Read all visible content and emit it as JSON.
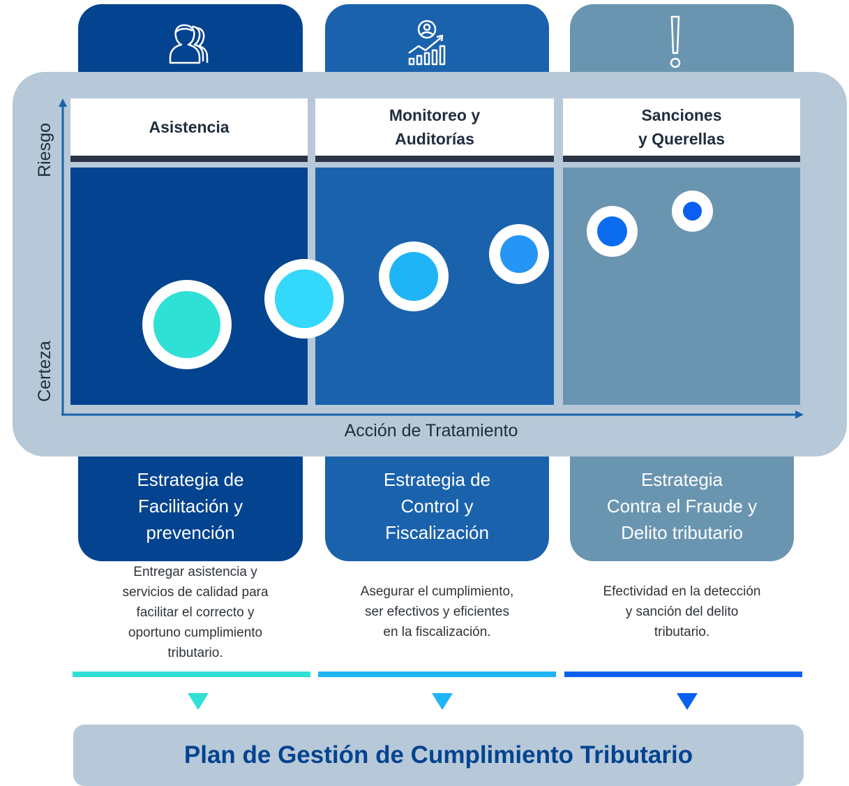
{
  "columns": [
    {
      "icon": "person-silhouettes-icon",
      "header": [
        "Asistencia"
      ],
      "strategy": [
        "Estrategia de",
        "Facilitación y",
        "prevención"
      ],
      "description": [
        "Entregar asistencia y",
        "servicios de calidad para",
        "facilitar el correcto y",
        "oportuno cumplimiento",
        "tributario."
      ],
      "color": "#03438f",
      "accent": "#2fe0d4"
    },
    {
      "icon": "growth-chart-person-icon",
      "header": [
        "Monitoreo y",
        "Auditorías"
      ],
      "strategy": [
        "Estrategia de",
        "Control y",
        "Fiscalización"
      ],
      "description": [
        "Asegurar el cumplimiento,",
        "ser efectivos y eficientes",
        "en la fiscalización."
      ],
      "color": "#1b62ad",
      "accent": "#1fb4f5"
    },
    {
      "icon": "exclamation-icon",
      "header": [
        "Sanciones",
        "y Querellas"
      ],
      "strategy": [
        "Estrategia",
        "Contra el Fraude y",
        "Delito tributario"
      ],
      "description": [
        "Efectividad en la detección",
        "y sanción del delito",
        "tributario."
      ],
      "color": "#6a95b1",
      "accent": "#0a5ff0"
    }
  ],
  "axes": {
    "y_top": "Riesgo",
    "y_bottom": "Certeza",
    "x_title": "Acción de Tratamiento"
  },
  "bubble_colors": [
    "#2fe0d4",
    "#33d8fb",
    "#1fb4f5",
    "#2596f6",
    "#0b6cf0",
    "#0a5ff0"
  ],
  "footer": {
    "plan_title": "Plan de Gestión de Cumplimiento Tributario"
  }
}
